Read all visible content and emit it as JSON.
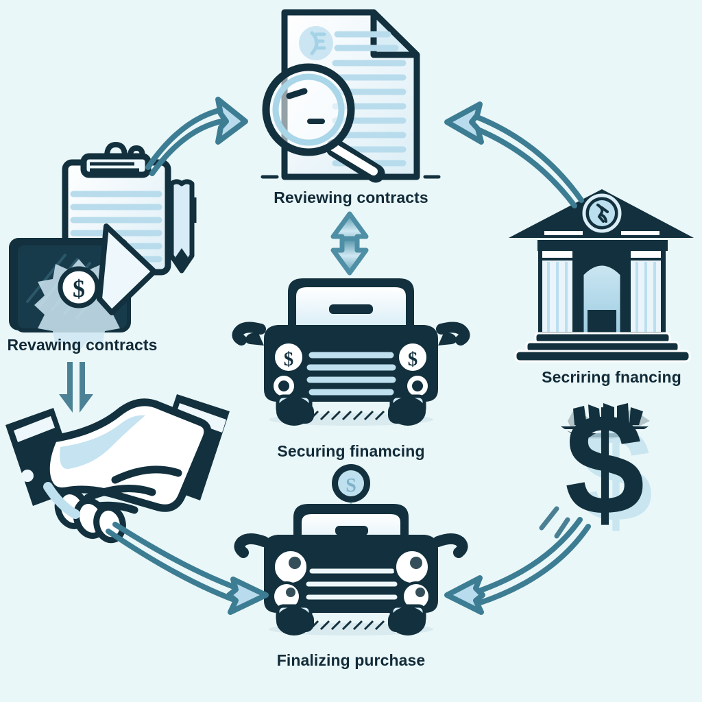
{
  "diagram": {
    "title": "Car buying process cycle",
    "background_color": "#eaf7f8",
    "label_color": "#122b38",
    "accent_arrow_color": "#3d7d93",
    "arrow_fill_color": "#b8dced",
    "icon_dark_color": "#12303d",
    "icon_light_color": "#bfe0ee",
    "icon_white_color": "#ffffff"
  },
  "nodes": [
    {
      "id": "reviewing-contracts-top",
      "label": "Reviewing contracts",
      "icon": "document-magnifier-icon",
      "position": "top-center"
    },
    {
      "id": "revawing-contracts-left",
      "label": "Revawing contracts",
      "icon": "clipboard-wallet-icon",
      "position": "left-upper"
    },
    {
      "id": "secriring-financing-right",
      "label": "Secriring fnancing",
      "icon": "bank-building-icon",
      "position": "right-upper"
    },
    {
      "id": "securing-financing-center",
      "label": "Securing finamcing",
      "icon": "car-front-icon",
      "position": "center"
    },
    {
      "id": "finalizing-purchase-bottom",
      "label": "Finalizing purchase",
      "icon": "car-front-dark-icon",
      "position": "bottom-center"
    }
  ],
  "unlabeled_icons": [
    {
      "id": "handshake",
      "icon": "handshake-icon",
      "position": "left-lower"
    },
    {
      "id": "money",
      "icon": "dollar-cash-icon",
      "position": "right-lower"
    }
  ],
  "connectors": [
    {
      "id": "left-to-top",
      "icon": "curved-arrow-right-up-icon",
      "direction": "up-right"
    },
    {
      "id": "right-to-top",
      "icon": "curved-arrow-left-up-icon",
      "direction": "up-left"
    },
    {
      "id": "top-to-center",
      "icon": "double-head-vertical-arrow-icon",
      "direction": "both-vertical"
    },
    {
      "id": "clipboard-to-handshake",
      "icon": "down-arrow-icon",
      "direction": "down"
    },
    {
      "id": "handshake-to-bottom",
      "icon": "curved-arrow-right-down-icon",
      "direction": "down-right"
    },
    {
      "id": "money-to-bottom",
      "icon": "curved-arrow-left-down-icon",
      "direction": "down-left"
    }
  ]
}
